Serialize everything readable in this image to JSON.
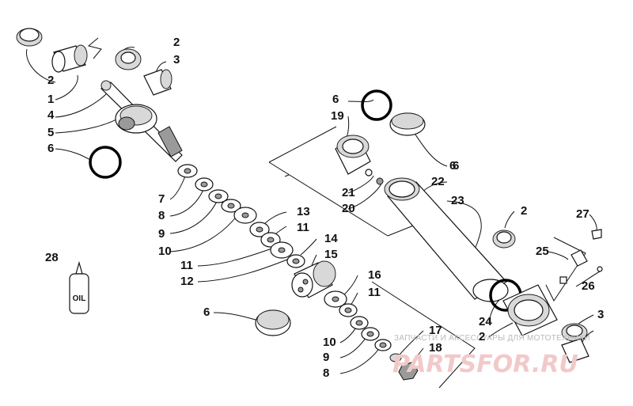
{
  "callouts": [
    "2",
    "3",
    "2",
    "1",
    "4",
    "5",
    "6",
    "6",
    "19",
    "21",
    "20",
    "22",
    "23",
    "6",
    "2",
    "27",
    "25",
    "26",
    "7",
    "8",
    "9",
    "10",
    "13",
    "11",
    "14",
    "15",
    "11",
    "12",
    "16",
    "11",
    "10",
    "9",
    "8",
    "17",
    "18",
    "28",
    "6",
    "6",
    "24",
    "2",
    "3"
  ],
  "bottle_label": "OIL",
  "watermark": {
    "text": "ЗАПЧАСТИ И АКСЕССУАРЫ ДЛЯ МОТОТЕХНИКИ",
    "logo": "PARTSFOR.RU"
  }
}
